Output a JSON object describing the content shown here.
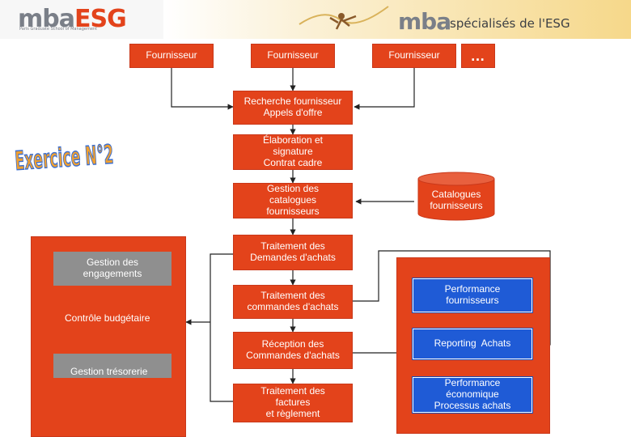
{
  "header": {
    "logo_left_mba": "mba",
    "logo_left_esg": "ESG",
    "logo_left_sub": "Paris Graduate School of Management",
    "banner_mba": "mba",
    "banner_tagline": "spécialisés de l'ESG"
  },
  "exercise_title": "Exercice N°2",
  "suppliers": [
    "Fournisseur",
    "Fournisseur",
    "Fournisseur"
  ],
  "suppliers_more": "…",
  "process": {
    "recherche": "Recherche fournisseur\nAppels d'offre",
    "elaboration": "Élaboration et\nsignature\nContrat cadre",
    "gestion_catalogues": "Gestion des\ncatalogues\nfournisseurs",
    "traitement_demandes": "Traitement des\nDemandes d'achats",
    "traitement_commandes": "Traitement des\ncommandes d'achats",
    "reception": "Réception des\nCommandes d'achats",
    "factures": "Traitement des\nfactures\net règlement"
  },
  "catalogues_db": "Catalogues\nfournisseurs",
  "left_panel": {
    "engagements": "Gestion des\nengagements",
    "controle": "Contrôle budgétaire",
    "tresorerie": "Gestion trésorerie"
  },
  "right_panel": {
    "performance_fournisseurs": "Performance\nfournisseurs",
    "reporting": "Reporting  Achats",
    "performance_economique": "Performance\néconomique\nProcessus achats"
  },
  "colors": {
    "process_red": "#e3431b",
    "report_blue": "#1f5bd6",
    "info_grey": "#8f8f8f",
    "exercise_orange": "#f0a030"
  }
}
